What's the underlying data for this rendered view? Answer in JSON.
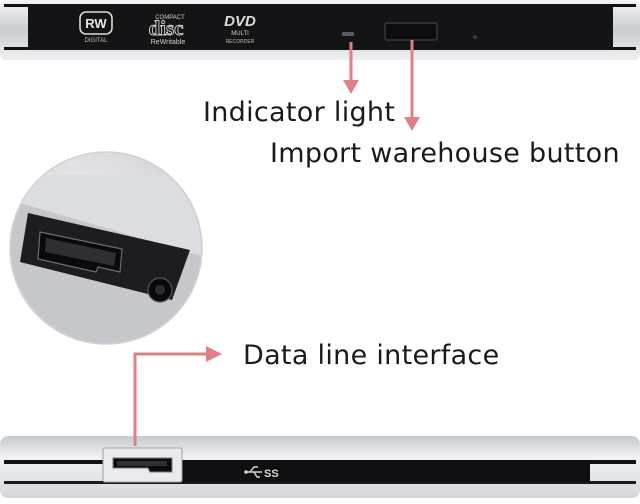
{
  "labels": {
    "indicator_light": "Indicator light",
    "import_button": "Import warehouse button",
    "data_line_interface": "Data line interface"
  },
  "logos": {
    "rw": "RW",
    "rw_sub": "DIGITAL",
    "compact_disc_top": "COMPACT",
    "compact_disc_main": "disc",
    "compact_disc_sub": "ReWritable",
    "dvd": "DVD",
    "dvd_multi": "MULTI",
    "dvd_sub": "RECORDER",
    "usb_ss": "SS"
  },
  "colors": {
    "arrow": "#e07f86",
    "drive_body": "#d9dbde",
    "drive_panel": "#141416",
    "label_text": "#1a1a1a"
  }
}
